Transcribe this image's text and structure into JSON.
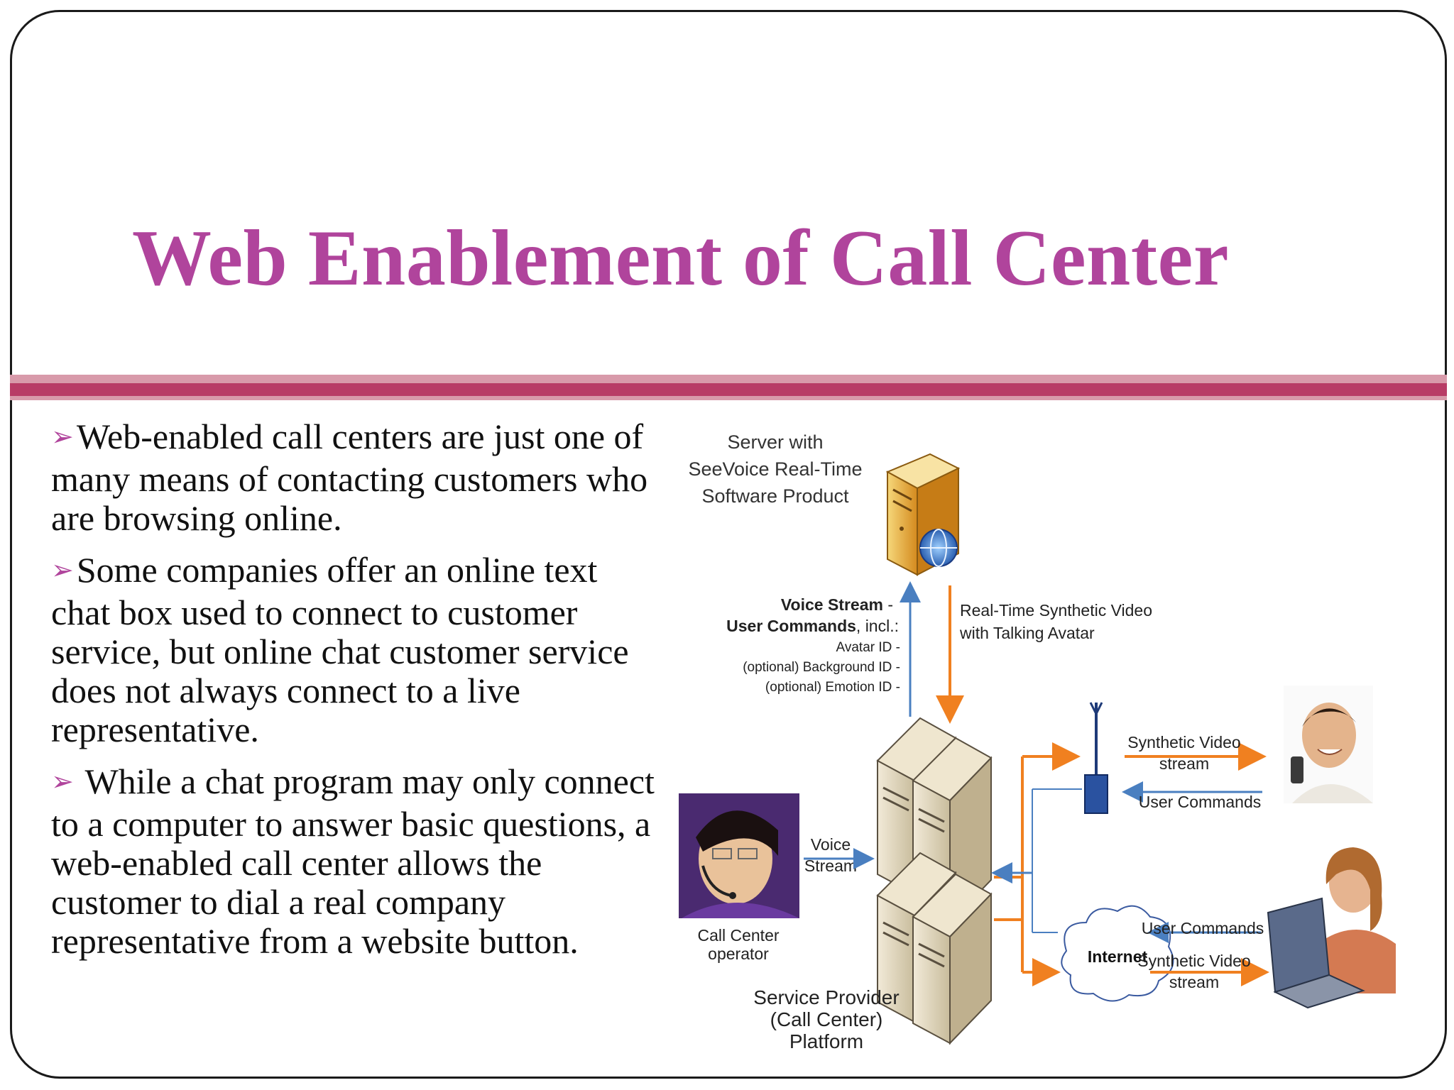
{
  "slide": {
    "title": "Web Enablement of Call Center",
    "bullets": [
      "Web-enabled call centers are just one of many means of contacting customers who are browsing online.",
      "Some companies offer an online text chat box used to connect to customer service, but online chat customer service does not always connect to a live representative.",
      " While a chat program may only connect to a computer to answer basic questions, a web-enabled call center allows the customer to dial a real company representative from a website button."
    ],
    "bullet_icon": "arrowhead-bullet-icon",
    "colors": {
      "title": "#b0449c",
      "band_dark": "#b83c66",
      "band_light": "#d89aaa",
      "arrow_orange": "#f08020",
      "arrow_blue": "#4a7fc0"
    }
  },
  "diagram": {
    "server_label": [
      "Server with",
      "SeeVoice Real-Time",
      "Software Product"
    ],
    "uplink_labels": {
      "voice_stream": "Voice Stream",
      "user_commands": "User Commands",
      "incl": ", incl.:",
      "avatar_id": "Avatar ID -",
      "background_id": "(optional) Background ID -",
      "emotion_id": "(optional) Emotion ID -"
    },
    "downlink_label": [
      "Real-Time Synthetic Video",
      "with Talking Avatar"
    ],
    "operator_label": [
      "Call Center",
      "operator"
    ],
    "voice_arrow_label": [
      "Voice",
      "Stream"
    ],
    "platform_label": [
      "Service Provider",
      "(Call Center)",
      "Platform"
    ],
    "mobile_labels": {
      "synthetic_video": [
        "Synthetic Video",
        "stream"
      ],
      "user_commands": "User Commands"
    },
    "internet_label": "Internet",
    "laptop_labels": {
      "user_commands": "User Commands",
      "synthetic_video": [
        "Synthetic Video",
        "stream"
      ]
    }
  }
}
